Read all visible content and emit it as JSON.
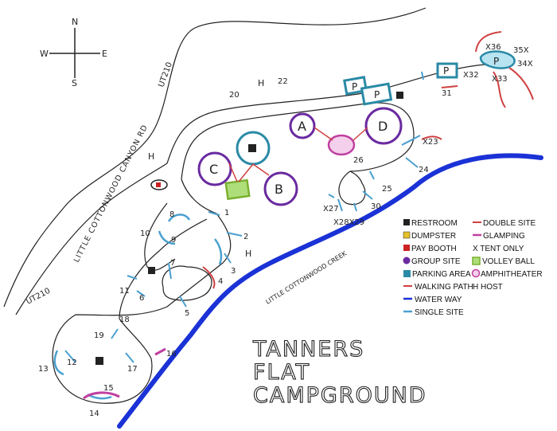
{
  "title": {
    "line1": "TANNERS",
    "line2": "FLAT",
    "line3": "CAMPGROUND"
  },
  "compass": {
    "n": "N",
    "s": "S",
    "e": "E",
    "w": "W"
  },
  "roads": {
    "ut210_top": "UT210",
    "ut210_bottom": "UT210",
    "canyon_rd": "LITTLE COTTONWOOD CANYON RD"
  },
  "creek": {
    "label": "LITTLE COTTONWOOD CREEK",
    "color": "#1a32d6"
  },
  "group_sites": {
    "a": "A",
    "b": "B",
    "c": "C",
    "d": "D"
  },
  "parking": {
    "p1": "P",
    "p2": "P",
    "p3": "P",
    "p4": "P"
  },
  "hosts": {
    "h_top": "H",
    "h_left": "H",
    "h_site3": "H"
  },
  "sites": {
    "s1": "1",
    "s2": "2",
    "s3": "3",
    "s4": "4",
    "s5": "5",
    "s6": "6",
    "s7": "7",
    "s8": "8",
    "s9": "9",
    "s10": "10",
    "s11": "11",
    "s12": "12",
    "s13": "13",
    "s14": "14",
    "s15": "15",
    "s16": "16",
    "s17": "17",
    "s18": "18",
    "s19": "19",
    "s20": "20",
    "s22": "22",
    "s23": "X23",
    "s24": "24",
    "s25": "25",
    "s26": "26",
    "s27": "X27",
    "s28_29": "X28X29",
    "s30": "30",
    "s31": "31",
    "s32": "X32",
    "s33": "X33",
    "s34": "34X",
    "s35": "35X",
    "s36": "X36"
  },
  "legend": {
    "restroom": "RESTROOM",
    "dumpster": "DUMPSTER",
    "pay_booth": "PAY BOOTH",
    "group_site": "GROUP SITE",
    "parking_area": "PARKING AREA",
    "walking_path": "WALKING PATH",
    "water_way": "WATER WAY",
    "single_site": "SINGLE SITE",
    "double_site": "DOUBLE SITE",
    "glamping": "GLAMPING",
    "tent_only": "X TENT ONLY",
    "volley_ball": "VOLLEY BALL",
    "amphitheater": "AMPHITHEATER",
    "host": "H HOST"
  },
  "colors": {
    "road": "#222222",
    "creek": "#1a32d6",
    "group_site": "#6a2aa0",
    "parking": "#2a8aa6",
    "single_site": "#4aa0d0",
    "double_site": "#d04040",
    "glamping": "#c040a0",
    "volley_ball": "#7ab030",
    "restroom": "#222222",
    "dumpster": "#e6c02a",
    "pay_booth": "#cc2222"
  }
}
